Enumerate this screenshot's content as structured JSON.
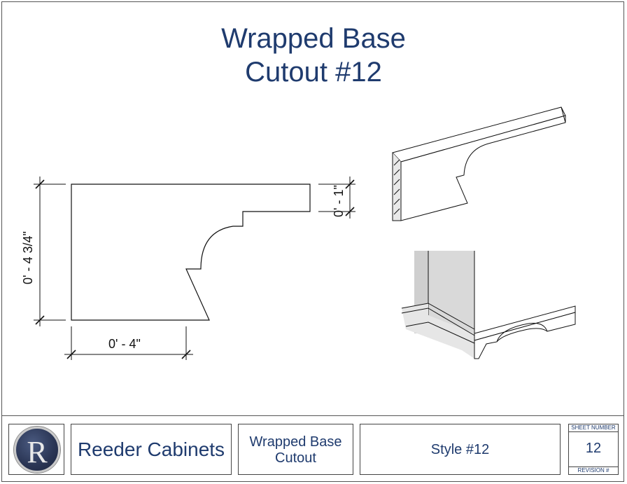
{
  "title": {
    "line1": "Wrapped Base",
    "line2": "Cutout #12"
  },
  "dimensions": {
    "height": "0' - 4 3/4\"",
    "width": "0' - 4\"",
    "notch": "0' - 1\""
  },
  "titleblock": {
    "logo_letter": "R",
    "company": "Reeder Cabinets",
    "sheet_name_line1": "Wrapped Base",
    "sheet_name_line2": "Cutout",
    "style": "Style #12",
    "sheet_number_label": "SHEET NUMBER",
    "sheet_number": "12",
    "revision_label": "REVISION #"
  },
  "colors": {
    "title": "#1f3b6e",
    "line": "#111111",
    "shade": "#cfcfcf"
  }
}
